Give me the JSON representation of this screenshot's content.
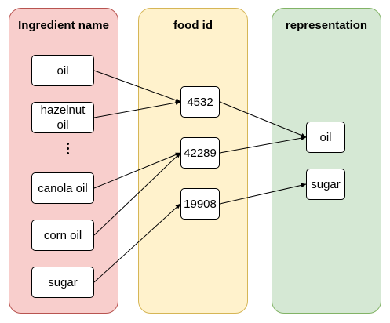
{
  "columns": {
    "ingredients": {
      "title": "Ingredient name",
      "color": "#f8cecc",
      "stroke": "#b85450"
    },
    "food_id": {
      "title": "food id",
      "color": "#fff2cc",
      "stroke": "#d6b656"
    },
    "representation": {
      "title": "representation",
      "color": "#d5e8d4",
      "stroke": "#82b366"
    }
  },
  "ingredients": [
    {
      "id": "ing-oil",
      "label": "oil"
    },
    {
      "id": "ing-hazelnut-oil",
      "label": "hazelnut\noil"
    },
    {
      "id": "ing-canola-oil",
      "label": "canola oil"
    },
    {
      "id": "ing-corn-oil",
      "label": "corn oil"
    },
    {
      "id": "ing-sugar",
      "label": "sugar"
    }
  ],
  "food_ids": [
    {
      "id": "fid-4532",
      "label": "4532"
    },
    {
      "id": "fid-42289",
      "label": "42289"
    },
    {
      "id": "fid-19908",
      "label": "19908"
    }
  ],
  "representations": [
    {
      "id": "rep-oil",
      "label": "oil"
    },
    {
      "id": "rep-sugar",
      "label": "sugar"
    }
  ],
  "edges": [
    {
      "from": "ing-oil",
      "to": "fid-4532"
    },
    {
      "from": "ing-hazelnut-oil",
      "to": "fid-4532"
    },
    {
      "from": "ing-canola-oil",
      "to": "fid-42289"
    },
    {
      "from": "ing-corn-oil",
      "to": "fid-42289"
    },
    {
      "from": "ing-sugar",
      "to": "fid-19908"
    },
    {
      "from": "fid-4532",
      "to": "rep-oil"
    },
    {
      "from": "fid-42289",
      "to": "rep-oil"
    },
    {
      "from": "fid-19908",
      "to": "rep-sugar"
    }
  ]
}
